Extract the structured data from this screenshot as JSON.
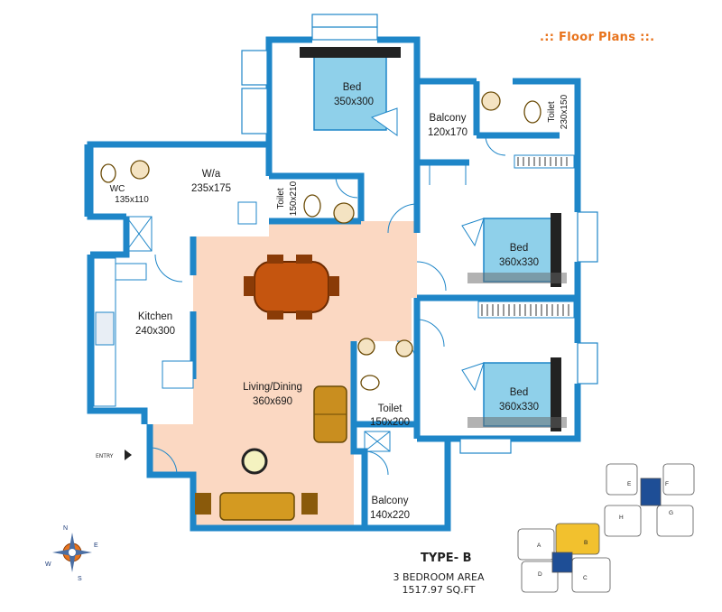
{
  "header": {
    "title": ".:: Floor Plans ::."
  },
  "plan": {
    "type_label": "TYPE- B",
    "area_label": "3 BEDROOM AREA",
    "area_value": "1517.97 SQ.FT",
    "entry_label": "ENTRY"
  },
  "rooms": {
    "bed1": {
      "name": "Bed",
      "size": "350x300"
    },
    "balcony1": {
      "name": "Balcony",
      "size": "120x170"
    },
    "toilet1": {
      "name": "Toilet",
      "size": "230x150"
    },
    "wc": {
      "name": "WC",
      "size": "135x110"
    },
    "wa": {
      "name": "W/a",
      "size": "235x175"
    },
    "toilet2": {
      "name": "Toilet",
      "size": "150x210"
    },
    "bed2": {
      "name": "Bed",
      "size": "360x330"
    },
    "kitchen": {
      "name": "Kitchen",
      "size": "240x300"
    },
    "living": {
      "name": "Living/Dining",
      "size": "360x690"
    },
    "toilet3": {
      "name": "Toilet",
      "size": "150x200"
    },
    "bed3": {
      "name": "Bed",
      "size": "360x330"
    },
    "balcony2": {
      "name": "Balcony",
      "size": "140x220"
    }
  },
  "compass": {
    "n": "N",
    "e": "E",
    "s": "S",
    "w": "W"
  },
  "key_plan": {
    "blocks": [
      "A",
      "B",
      "C",
      "D",
      "E",
      "F",
      "G",
      "H"
    ],
    "highlight": "B"
  },
  "colors": {
    "wall": "#1e86c8",
    "living_floor": "#fbd8c2",
    "bed_fill": "#8fd0ea",
    "accent": "#e8731c",
    "highlight_block": "#f2c12e"
  }
}
